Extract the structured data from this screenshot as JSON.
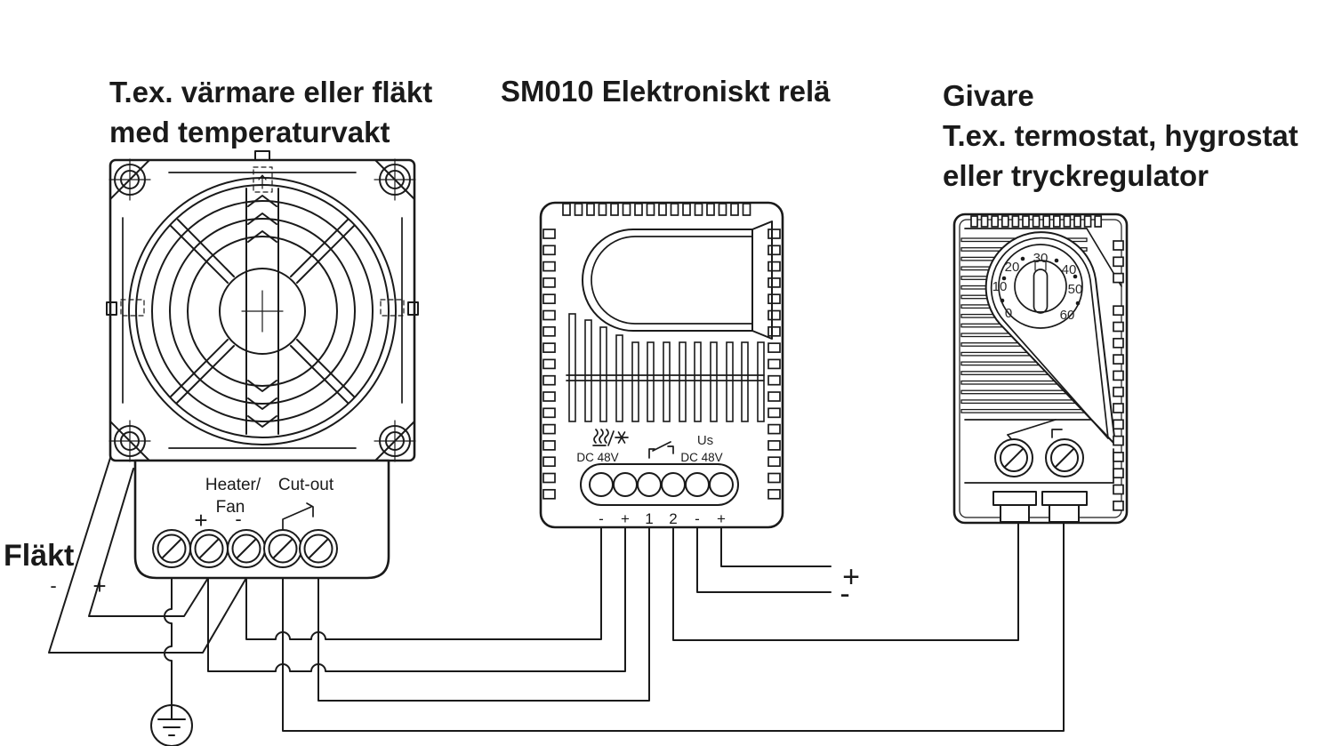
{
  "labels": {
    "heater_title_line1": "T.ex. värmare eller fläkt",
    "heater_title_line2": "med temperaturvakt",
    "relay_title": "SM010 Elektroniskt relä",
    "sensor_title_line1": "Givare",
    "sensor_title_line2": "T.ex. termostat, hygrostat",
    "sensor_title_line3": "eller tryckregulator"
  },
  "flakt": {
    "label": "Fläkt",
    "minus": "-",
    "plus": "+"
  },
  "heater": {
    "heater_label": "Heater/",
    "fan_label": "Fan",
    "cutout_label": "Cut-out",
    "plus": "+",
    "minus": "-"
  },
  "relay": {
    "dc48v_output": "DC 48V",
    "us": "Us",
    "dc48v_supply": "DC 48V",
    "terminals": [
      "-",
      "+",
      "1",
      "2",
      "-",
      "+"
    ]
  },
  "sensor": {
    "dial_numbers": [
      "0",
      "10",
      "20",
      "30",
      "40",
      "50",
      "60"
    ]
  },
  "supply": {
    "plus": "+",
    "minus": "-"
  },
  "colors": {
    "line": "#1a1a1a",
    "background": "#ffffff"
  }
}
